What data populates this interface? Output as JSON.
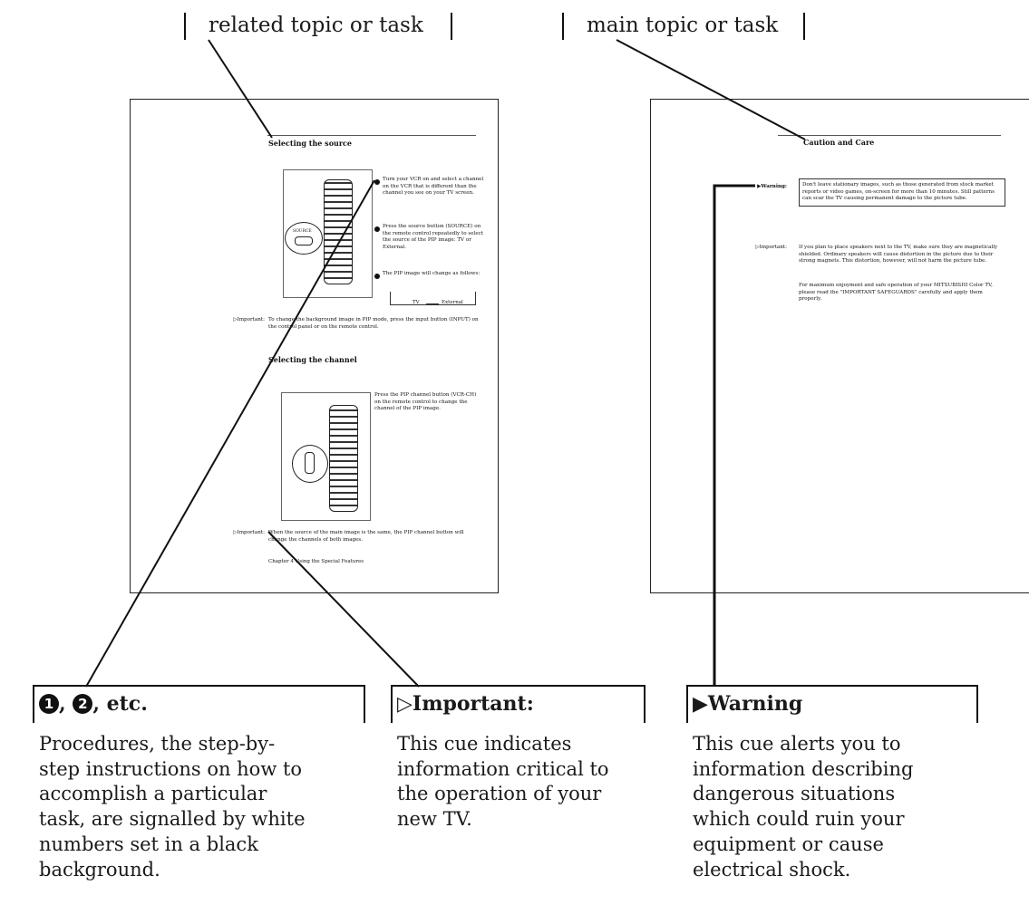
{
  "callouts": {
    "related": "related topic or task",
    "main": "main topic or task"
  },
  "left_page": {
    "title1": "Selecting the source",
    "step1": "Turn your VCR on and select a channel on the VCR that is different than the channel you see on your TV screen.",
    "step2": "Press the source button (SOURCE) on the remote control repeatedly to select the source of the PIP image: TV or External.",
    "step3": "The PIP image will change as follows:",
    "source_label": "SOURCE",
    "flow_tv": "TV",
    "flow_ext": "External",
    "important_label": "▷Important:",
    "important1": "To change the background image in PIP mode, press the input button (INPUT) on the control panel or on the remote control.",
    "title2": "Selecting the channel",
    "channel_text": "Press the PIP channel button (VCR-CH) on the remote control to change the channel of the PIP image.",
    "important2": "When the source of the main image is the same, the PIP channel button will change the channels of both images.",
    "footer": "Chapter 4   Using the Special Features"
  },
  "right_page": {
    "title": "Caution and Care",
    "warning_label": "▶Warning:",
    "warning_text": "Don't leave stationary images, such as those generated from stock market reports or video games, on-screen for more than 10 minutes. Still patterns can scar the TV causing permanent damage to the picture tube.",
    "important_label": "▷Important:",
    "important_text": "If you plan to place speakers next to the TV, make sure they are magnetically shielded. Ordinary speakers will cause distortion in the picture due to their strong magnets. This distortion, however, will not harm the picture tube.",
    "enjoy_text": "For maximum enjoyment and safe operation of your MITSUBISHI Color TV, please read the \"IMPORTANT SAFEGUARDS\" carefully and apply them properly."
  },
  "legend": [
    {
      "heading_suffix": ", etc.",
      "n1": "1",
      "n2": "2",
      "description": "Procedures, the step-by-step instructions on how to accomplish a particular task, are signalled by white numbers set in a black background."
    },
    {
      "heading": "▷Important:",
      "description": "This cue indicates information critical to the operation of your new TV."
    },
    {
      "heading": "▶Warning",
      "description": "This cue alerts you to information describing dangerous situations which could ruin your equipment or cause electrical shock."
    }
  ]
}
